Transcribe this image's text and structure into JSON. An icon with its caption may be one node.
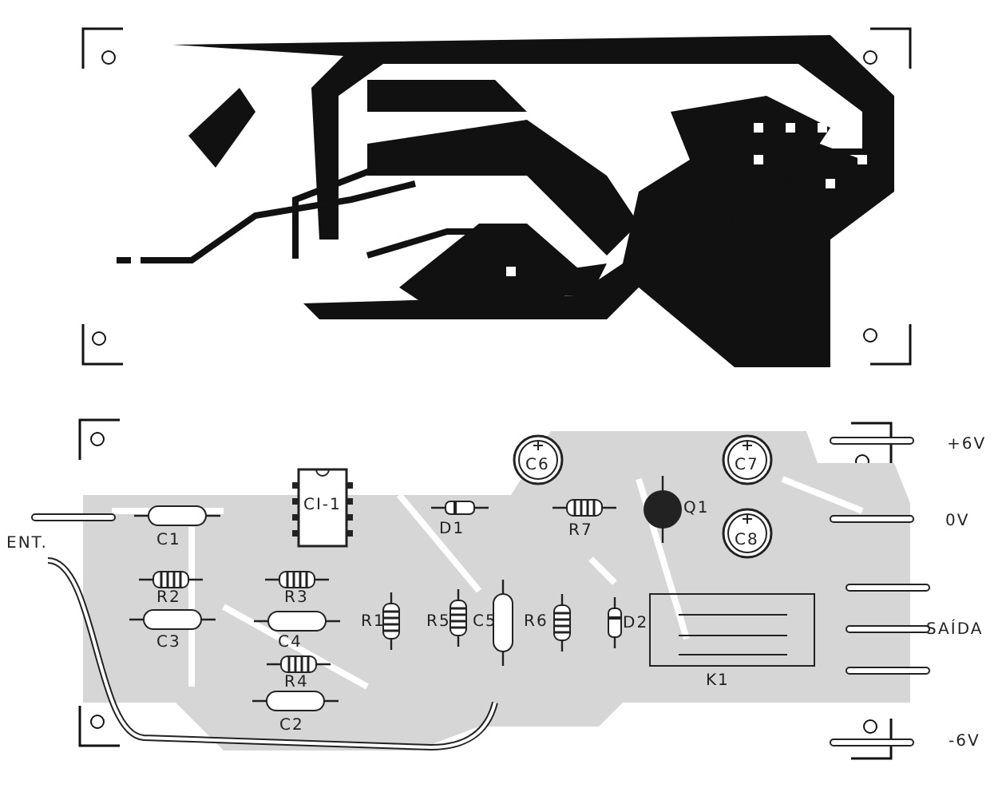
{
  "diagram": {
    "labels": [
      "C6",
      "+6V",
      "C7",
      "CI-1",
      "D1",
      "R7",
      "Q1",
      "0V",
      "ENT.",
      "C1",
      "C8",
      "R2",
      "R3",
      "R1",
      "R5",
      "C5",
      "R6",
      "D2",
      "SAÍDA",
      "C3",
      "C4",
      "R4",
      "K1",
      "C2",
      "-6V"
    ]
  }
}
